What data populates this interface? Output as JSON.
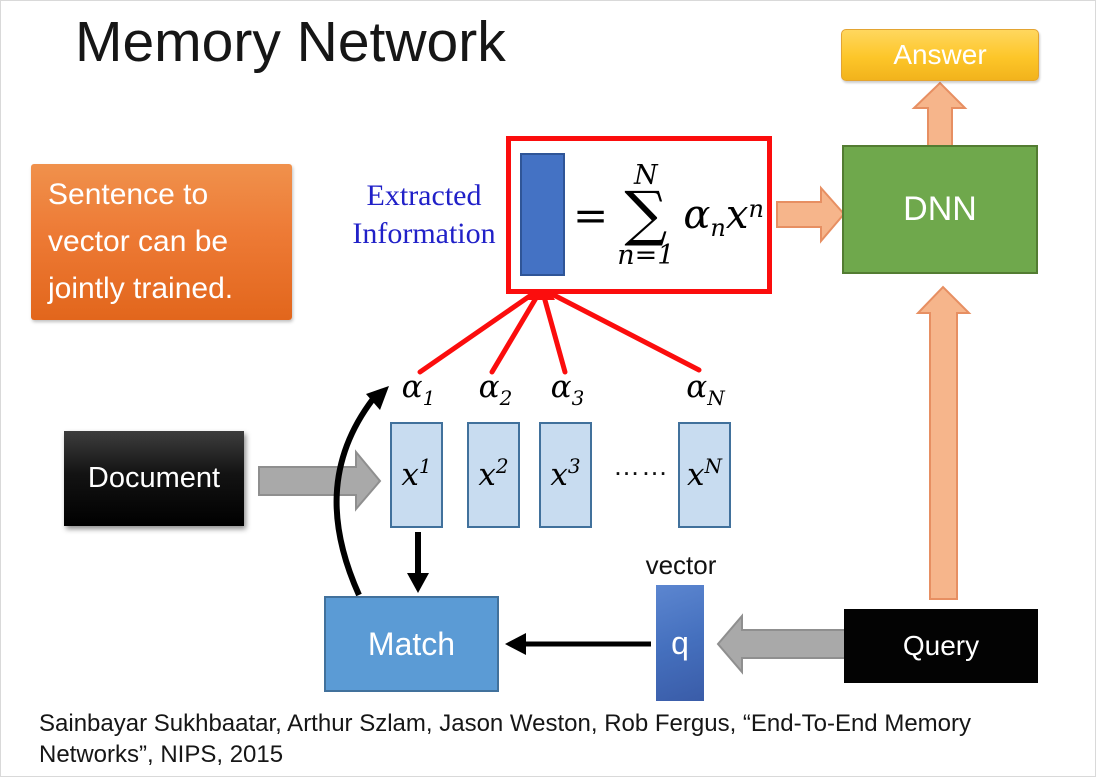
{
  "slide": {
    "title": "Memory Network",
    "citation": "Sainbayar Sukhbaatar, Arthur Szlam, Jason Weston, Rob Fergus, “End-To-End Memory Networks”, NIPS, 2015"
  },
  "callout": {
    "text": "Sentence to vector can be jointly trained."
  },
  "extracted_label": {
    "text": "Extracted Information"
  },
  "formula": {
    "equals": "=",
    "sigma": "∑",
    "upper_limit": "N",
    "lower_limit": "n=1",
    "alpha": "α",
    "alpha_sub": "n",
    "x": "x",
    "x_sup": "n"
  },
  "nodes": {
    "answer": "Answer",
    "dnn": "DNN",
    "document": "Document",
    "match": "Match",
    "q": "q",
    "query": "Query",
    "vector_label": "vector"
  },
  "memory": {
    "dots": "……",
    "alphas": [
      {
        "base": "α",
        "sub": "1"
      },
      {
        "base": "α",
        "sub": "2"
      },
      {
        "base": "α",
        "sub": "3"
      },
      {
        "base": "α",
        "sub": "N"
      }
    ],
    "cells": [
      {
        "base": "x",
        "sup": "1"
      },
      {
        "base": "x",
        "sup": "2"
      },
      {
        "base": "x",
        "sup": "3"
      },
      {
        "base": "x",
        "sup": "N"
      }
    ]
  },
  "colors": {
    "attention_red": "#FB0D0D",
    "callout_orange": "#ED7A35",
    "answer_gold": "#FDC629",
    "dnn_green": "#6FA84C",
    "salmon_arrow_fill": "#F6B58B",
    "salmon_arrow_border": "#E78F62",
    "vector_blue": "#4472C4",
    "match_blue": "#5B9BD5",
    "memory_cell_fill": "#C8DCF0",
    "memory_cell_border": "#41719C",
    "gray_arrow": "#A9A9A9",
    "extracted_label_blue": "#2121C8"
  }
}
